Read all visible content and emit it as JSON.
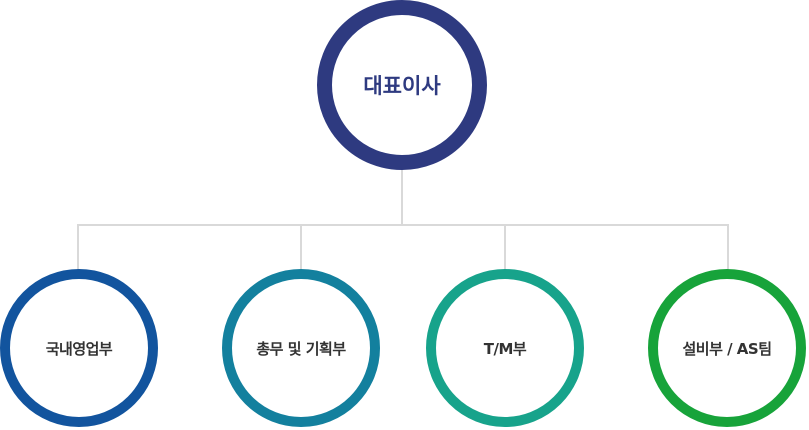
{
  "root": {
    "label": "대표이사",
    "color": "#2e3a80"
  },
  "departments": [
    {
      "label": "국내영업부",
      "color": "#12549e"
    },
    {
      "label": "총무 및 기획부",
      "color": "#13809e"
    },
    {
      "label": "T/M부",
      "color": "#17a38b"
    },
    {
      "label": "설비부 / AS팀",
      "color": "#17a33a"
    }
  ]
}
